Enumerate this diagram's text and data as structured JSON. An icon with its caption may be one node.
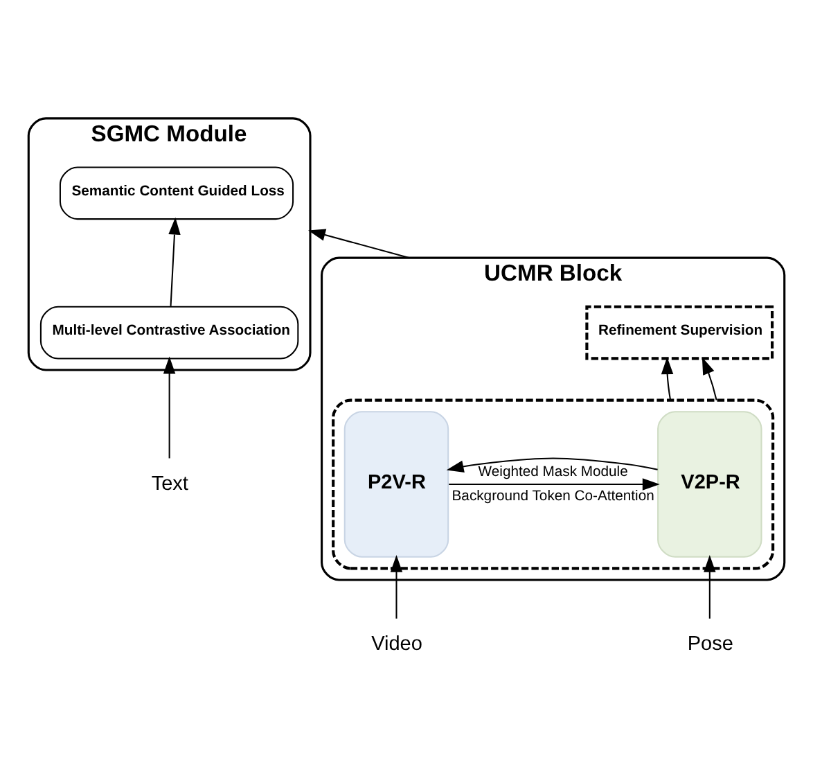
{
  "diagram": {
    "nodes": [
      {
        "text": [
          "SGMC Module"
        ]
      },
      {
        "text": [
          "Semantic Content Guided Loss"
        ],
        "in": 0
      },
      {
        "text": [
          "Multi-level Contrastive Association"
        ],
        "in": 0
      },
      {
        "text": [
          "UCMR Block"
        ]
      },
      {
        "text": [],
        "shape": "box",
        "in": 3
      },
      {
        "text": [
          "P2V-R"
        ],
        "in": 4
      },
      {
        "text": [
          "V2P-R"
        ],
        "in": 4
      },
      {
        "text": [
          "Refinement Supervision"
        ],
        "in": 3
      },
      {
        "text": [
          "Video"
        ]
      },
      {
        "text": [
          "Pose"
        ]
      },
      {
        "text": [
          "Text"
        ]
      }
    ],
    "edges": [
      {
        "from": 2,
        "to": 1,
        "arrow": "to"
      },
      {
        "from": 3,
        "to": 0,
        "arrow": "to"
      },
      {
        "from": 10,
        "to": 2,
        "arrow": "to"
      },
      {
        "from": 5,
        "to": 6,
        "arrow": "to",
        "label": "Background Token Co-Attention"
      },
      {
        "from": 6,
        "to": 5,
        "arrow": "to",
        "label": "Weighted Mask Module"
      },
      {
        "from": 4,
        "to": 7,
        "arrow": "to"
      },
      {
        "from": 4,
        "to": 7,
        "arrow": "to"
      },
      {
        "from": 8,
        "to": 5,
        "arrow": "to"
      },
      {
        "from": 9,
        "to": 6,
        "arrow": "to"
      }
    ]
  }
}
